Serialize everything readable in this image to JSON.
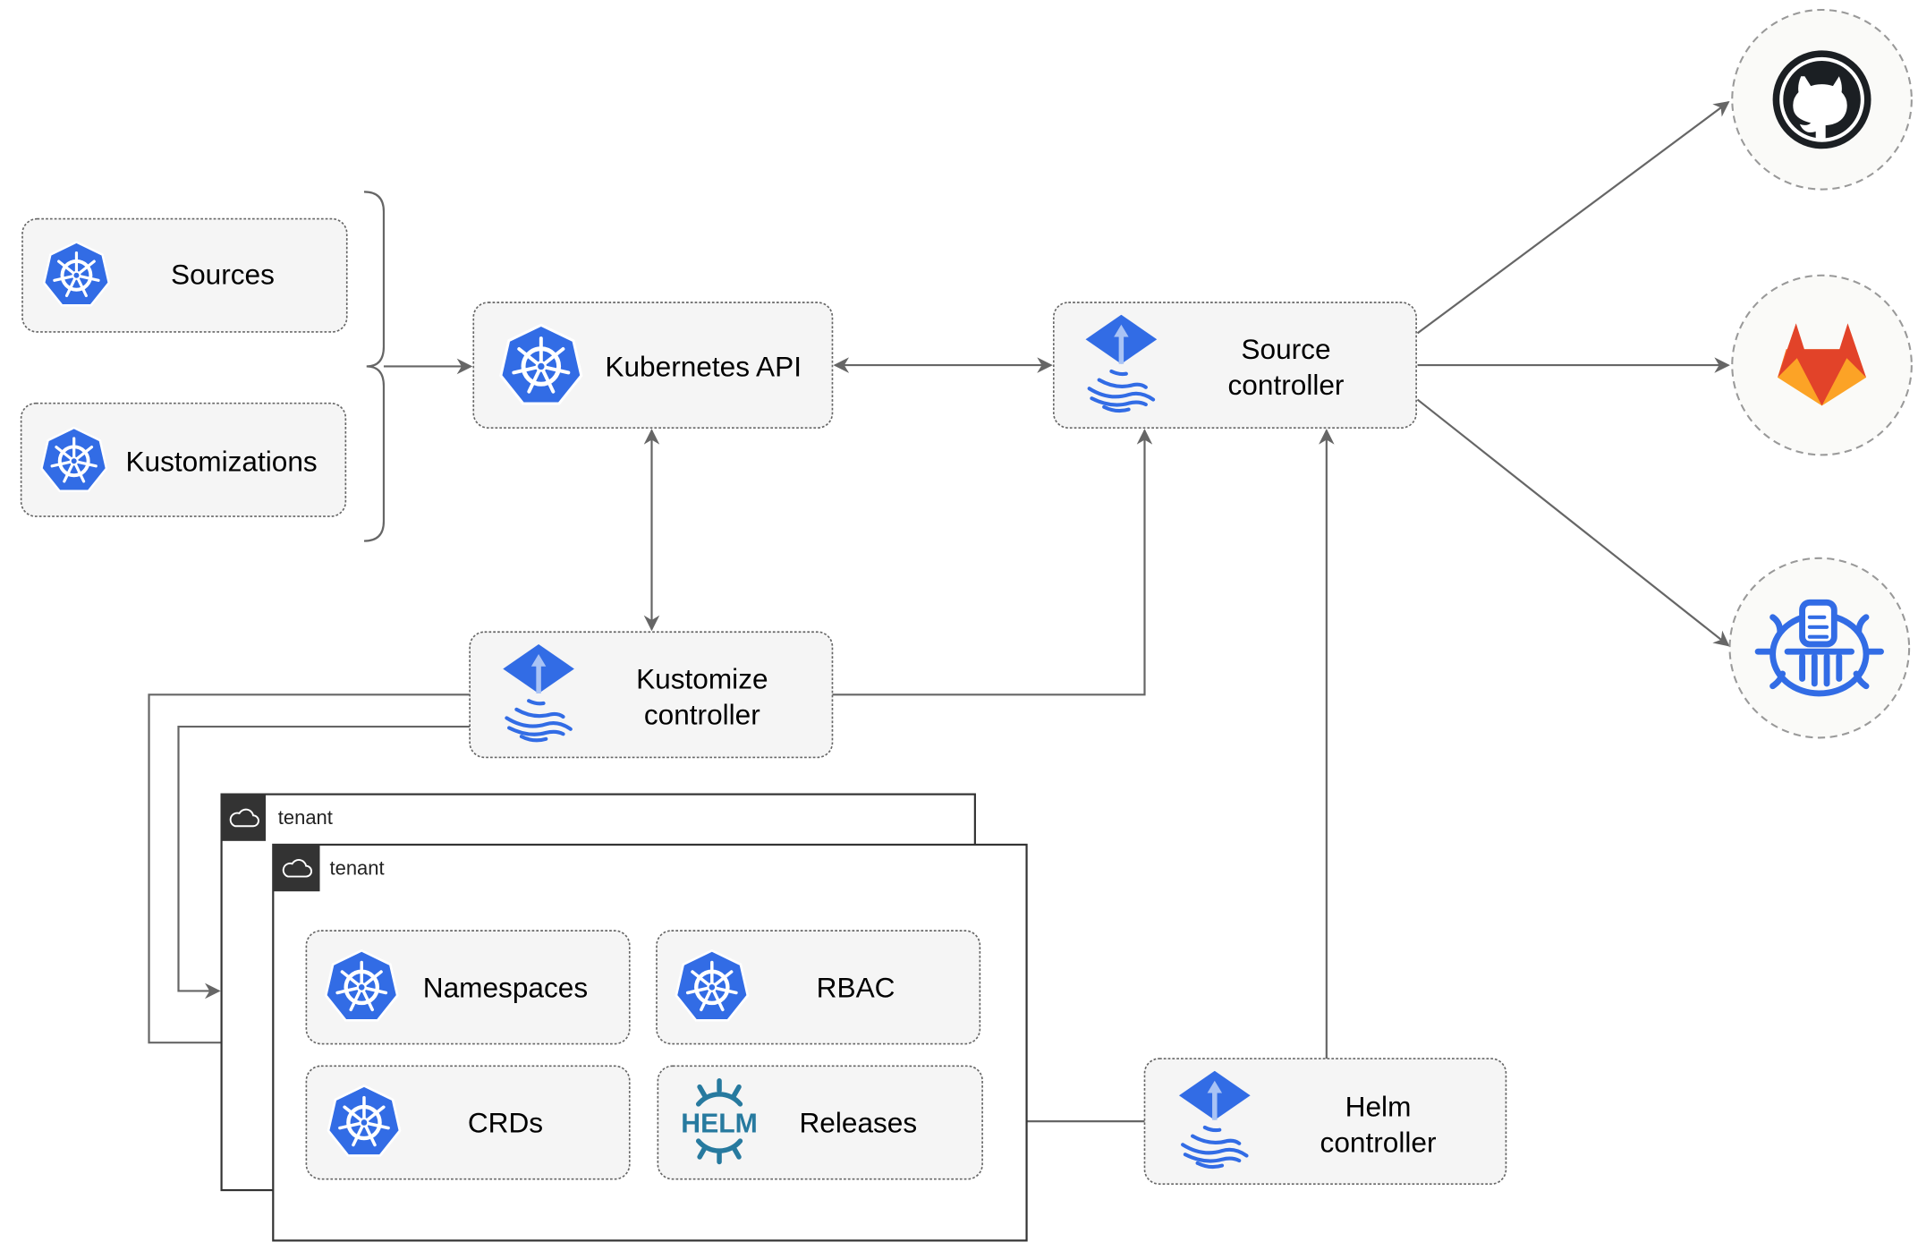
{
  "resources": {
    "sources": "Sources",
    "kustomizations": "Kustomizations"
  },
  "components": {
    "kubernetes_api": "Kubernetes API",
    "source_controller": [
      "Source",
      "controller"
    ],
    "kustomize_controller": [
      "Kustomize",
      "controller"
    ],
    "helm_controller": [
      "Helm",
      "controller"
    ]
  },
  "tenants": [
    {
      "label": "tenant"
    },
    {
      "label": "tenant",
      "items": [
        "Namespaces",
        "RBAC",
        "CRDs",
        "Releases"
      ]
    }
  ],
  "helm_logo_text": "HELM",
  "external_sources": [
    {
      "icon": "github-icon"
    },
    {
      "icon": "gitlab-icon"
    },
    {
      "icon": "bucket-icon"
    }
  ],
  "colors": {
    "kubernetes_blue": "#326ce5",
    "helm_teal": "#277a9f",
    "gitlab_orange": "#e24329",
    "edge_gray": "#666666"
  }
}
